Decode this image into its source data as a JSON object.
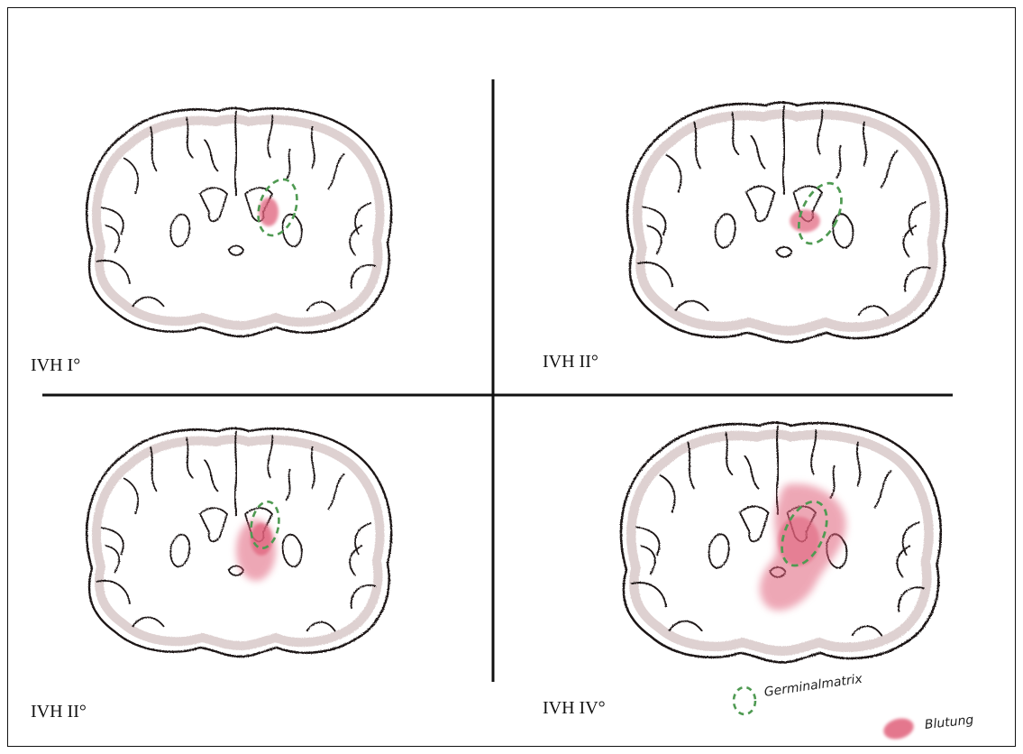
{
  "panels": [
    {
      "id": "tl",
      "label": "IVH I°"
    },
    {
      "id": "tr",
      "label": "IVH II°"
    },
    {
      "id": "bl",
      "label": "IVH II°"
    },
    {
      "id": "br",
      "label": "IVH IV°"
    }
  ],
  "legend": {
    "germinal_label": "Germinalmatrix",
    "bleeding_label": "Blutung"
  },
  "colors": {
    "brain_outline": "#1a1212",
    "brain_shade": "#8a5a55",
    "germinal_matrix": "#4f9a52",
    "bleeding": "#e0607a",
    "divider": "#111111"
  }
}
